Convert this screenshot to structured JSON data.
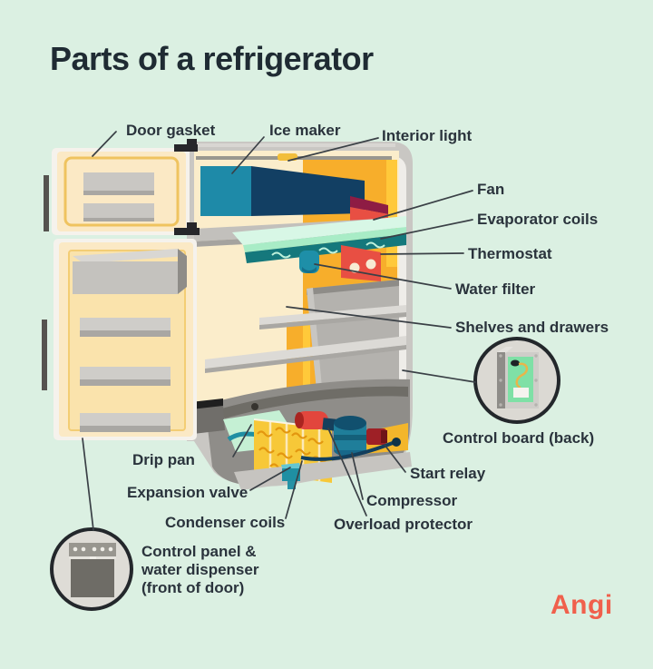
{
  "title": "Parts of a refrigerator",
  "brand": {
    "name": "Angi"
  },
  "labels": [
    {
      "id": "door-gasket",
      "text": "Door gasket"
    },
    {
      "id": "ice-maker",
      "text": "Ice maker"
    },
    {
      "id": "interior-light",
      "text": "Interior light"
    },
    {
      "id": "fan",
      "text": "Fan"
    },
    {
      "id": "evaporator-coils",
      "text": "Evaporator coils"
    },
    {
      "id": "thermostat",
      "text": "Thermostat"
    },
    {
      "id": "water-filter",
      "text": "Water filter"
    },
    {
      "id": "shelves-drawers",
      "text": "Shelves and drawers"
    },
    {
      "id": "control-board",
      "text": "Control board (back)"
    },
    {
      "id": "drip-pan",
      "text": "Drip pan"
    },
    {
      "id": "start-relay",
      "text": "Start relay"
    },
    {
      "id": "expansion-valve",
      "text": "Expansion valve"
    },
    {
      "id": "compressor",
      "text": "Compressor"
    },
    {
      "id": "condenser-coils",
      "text": "Condenser coils"
    },
    {
      "id": "overload-protector",
      "text": "Overload protector"
    },
    {
      "id": "control-panel",
      "lines": [
        "Control panel &",
        "water dispenser",
        "(front of door)"
      ]
    }
  ],
  "palette": {
    "background": "#DBF0E2",
    "title_text": "#1F2B33",
    "label_text": "#2A333C",
    "leader_line": "#3A4046",
    "brand_red": "#F0604C",
    "door_cream": "#FBE9C5",
    "gasket_yellow": "#EFC35F",
    "cabinet_gray": "#C9C7C3",
    "interior_cream": "#FBEDCB",
    "back_wall_orange": "#F7AE2B",
    "highlight_yellow": "#FFC93A",
    "ice_maker_teal": "#1E8AA8",
    "ice_maker_navy": "#123F63",
    "fan_red": "#E84F43",
    "fan_maroon": "#8E1C44",
    "evaporator_mint": "#D8F7E6",
    "evaporator_teal": "#15787C",
    "water_filter_teal": "#1E8FA8",
    "condenser_yellow": "#F7C838",
    "compressor_teal": "#1F7E9A",
    "start_relay_red": "#9E2026",
    "drip_pan_mint": "#C5F0D4",
    "control_board_green": "#7FE0A6"
  }
}
